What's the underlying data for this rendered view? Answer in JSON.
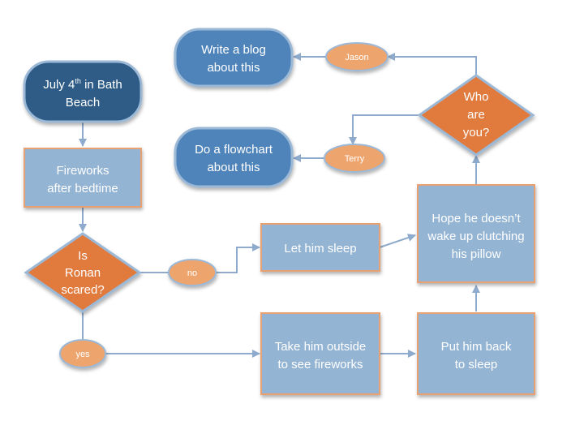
{
  "colors": {
    "start_fill": "#2e5b86",
    "terminal_fill": "#4f84bb",
    "process_fill": "#94b4d4",
    "decision_fill": "#e07a3e",
    "pill_fill": "#eea46d",
    "connector": "#8eaacc",
    "border": "#e9a172",
    "text": "#ffffff"
  },
  "nodes": {
    "start": {
      "line1": "July 4",
      "sup": "th",
      "line1_rest": " in Bath",
      "line2": "Beach"
    },
    "fireworks": {
      "line1": "Fireworks",
      "line2": "after bedtime"
    },
    "scared": {
      "line1": "Is",
      "line2": "Ronan",
      "line3": "scared?"
    },
    "sleep": {
      "line1": "Let him sleep"
    },
    "outside": {
      "line1": "Take him outside",
      "line2": "to see fireworks"
    },
    "back": {
      "line1": "Put him back",
      "line2": "to sleep"
    },
    "hope": {
      "line1": "Hope he doesn’t",
      "line2": "wake up clutching",
      "line3": "his pillow"
    },
    "who": {
      "line1": "Who",
      "line2": "are",
      "line3": "you?"
    },
    "blog": {
      "line1": "Write a blog",
      "line2": "about this"
    },
    "flowchart": {
      "line1": "Do a flowchart",
      "line2": "about this"
    }
  },
  "labels": {
    "no": "no",
    "yes": "yes",
    "jason": "Jason",
    "terry": "Terry"
  }
}
